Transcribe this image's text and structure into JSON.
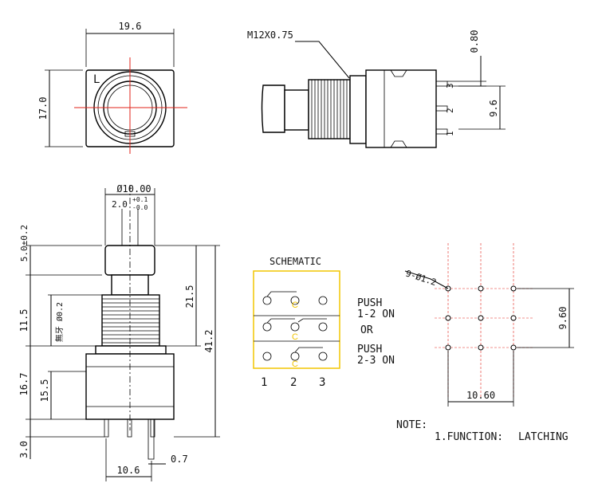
{
  "top_view": {
    "width_label": "19.6",
    "height_label": "17.0",
    "orientation_mark": "L"
  },
  "side_view": {
    "thread_label": "M12X0.75",
    "pitch_top_label": "0.80",
    "pin_pitch_label": "9.6",
    "pin_numbers": [
      "3",
      "2",
      "1"
    ]
  },
  "front_view": {
    "diameter_label": "Ø10.00",
    "tol_main": "2.0",
    "tol_upper": "+0.1",
    "tol_lower": "-0.0",
    "cap_height_label": "5.0±0.2",
    "thread_length_label": "11.5",
    "thread_note": "無牙 Ø0.2",
    "body_height_label": "16.7",
    "body_inner_label": "15.5",
    "pin_length_label": "3.0",
    "upper_height_label": "21.5",
    "total_height_label": "41.2",
    "base_width_label": "10.6",
    "pin_width_label": "0.7"
  },
  "schematic": {
    "title": "SCHEMATIC",
    "push_top_line1": "PUSH",
    "push_top_line2": "1-2 ON",
    "or_label": "OR",
    "push_bottom_line1": "PUSH",
    "push_bottom_line2": "2-3 ON",
    "terminal_labels": [
      "1",
      "2",
      "3"
    ],
    "common_label": "C"
  },
  "pcb_layout": {
    "hole_label": "9-Ø1.2",
    "vertical_pitch_label": "9.60",
    "horizontal_pitch_label": "10.60"
  },
  "notes": {
    "title": "NOTE:",
    "function_label": "1.FUNCTION:",
    "function_value": "LATCHING"
  },
  "colors": {
    "centerline": "#e2231a",
    "schematic_box": "#f2c500",
    "lines": "#000000"
  }
}
